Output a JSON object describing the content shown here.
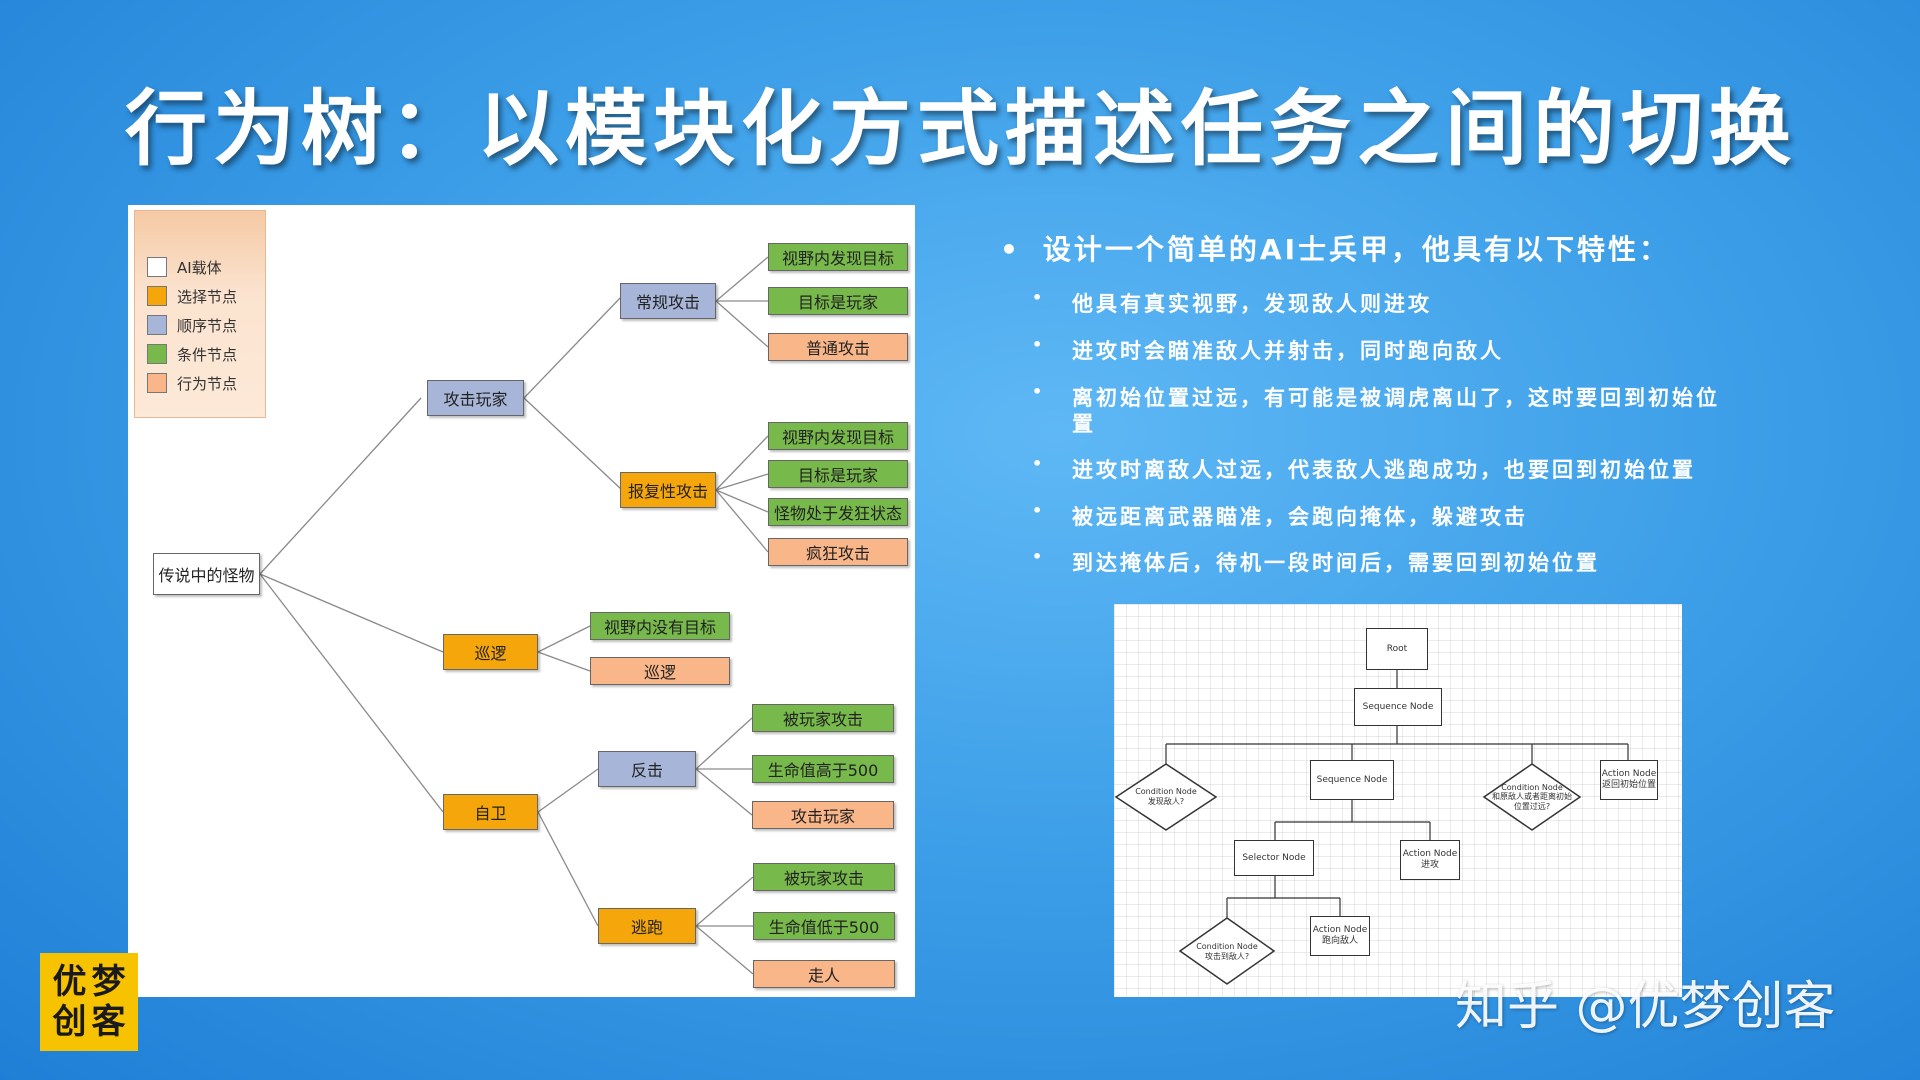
{
  "title": "行为树：以模块化方式描述任务之间的切换",
  "legend": [
    {
      "label": "AI载体",
      "color": "#ffffff"
    },
    {
      "label": "选择节点",
      "color": "#f5a60a"
    },
    {
      "label": "顺序节点",
      "color": "#a7b6d8"
    },
    {
      "label": "条件节点",
      "color": "#77b94a"
    },
    {
      "label": "行为节点",
      "color": "#f9b689"
    }
  ],
  "tree": {
    "root": "传说中的怪物",
    "attack_player": "攻击玩家",
    "normal_attack": "常规攻击",
    "na_cond1": "视野内发现目标",
    "na_cond2": "目标是玩家",
    "na_action": "普通攻击",
    "revenge_attack": "报复性攻击",
    "ra_cond1": "视野内发现目标",
    "ra_cond2": "目标是玩家",
    "ra_cond3": "怪物处于发狂状态",
    "ra_action": "疯狂攻击",
    "patrol": "巡逻",
    "patrol_cond": "视野内没有目标",
    "patrol_action": "巡逻",
    "self_defense": "自卫",
    "counter": "反击",
    "counter_cond1": "被玩家攻击",
    "counter_cond2": "生命值高于500",
    "counter_action": "攻击玩家",
    "flee": "逃跑",
    "flee_cond1": "被玩家攻击",
    "flee_cond2": "生命值低于500",
    "flee_action": "走人"
  },
  "bullets": {
    "main": "设计一个简单的AI士兵甲，他具有以下特性：",
    "items": [
      "他具有真实视野，发现敌人则进攻",
      "进攻时会瞄准敌人并射击，同时跑向敌人",
      "离初始位置过远，有可能是被调虎离山了，这时要回到初始位",
      "置",
      "进攻时离敌人过远，代表敌人逃跑成功，也要回到初始位置",
      "被远距离武器瞄准，会跑向掩体，躲避攻击",
      "到达掩体后，待机一段时间后，需要回到初始位置"
    ]
  },
  "flowchart": {
    "root": "Root",
    "seq_top": "Sequence Node",
    "cond1_a": "Condition Node",
    "cond1_b": "发现敌人?",
    "seq_mid": "Sequence Node",
    "cond2_a": "Condition Node",
    "cond2_b": "和原敌人或者距离初始",
    "cond2_c": "位置过远?",
    "act_return_a": "Action Node",
    "act_return_b": "返回初始位置",
    "selector": "Selector Node",
    "act_attack_a": "Action Node",
    "act_attack_b": "进攻",
    "cond3_a": "Condition Node",
    "cond3_b": "攻击到敌人?",
    "act_run_a": "Action Node",
    "act_run_b": "跑向敌人"
  },
  "logo": [
    "优",
    "梦",
    "创",
    "客"
  ],
  "watermark": "知乎 @优梦创客"
}
